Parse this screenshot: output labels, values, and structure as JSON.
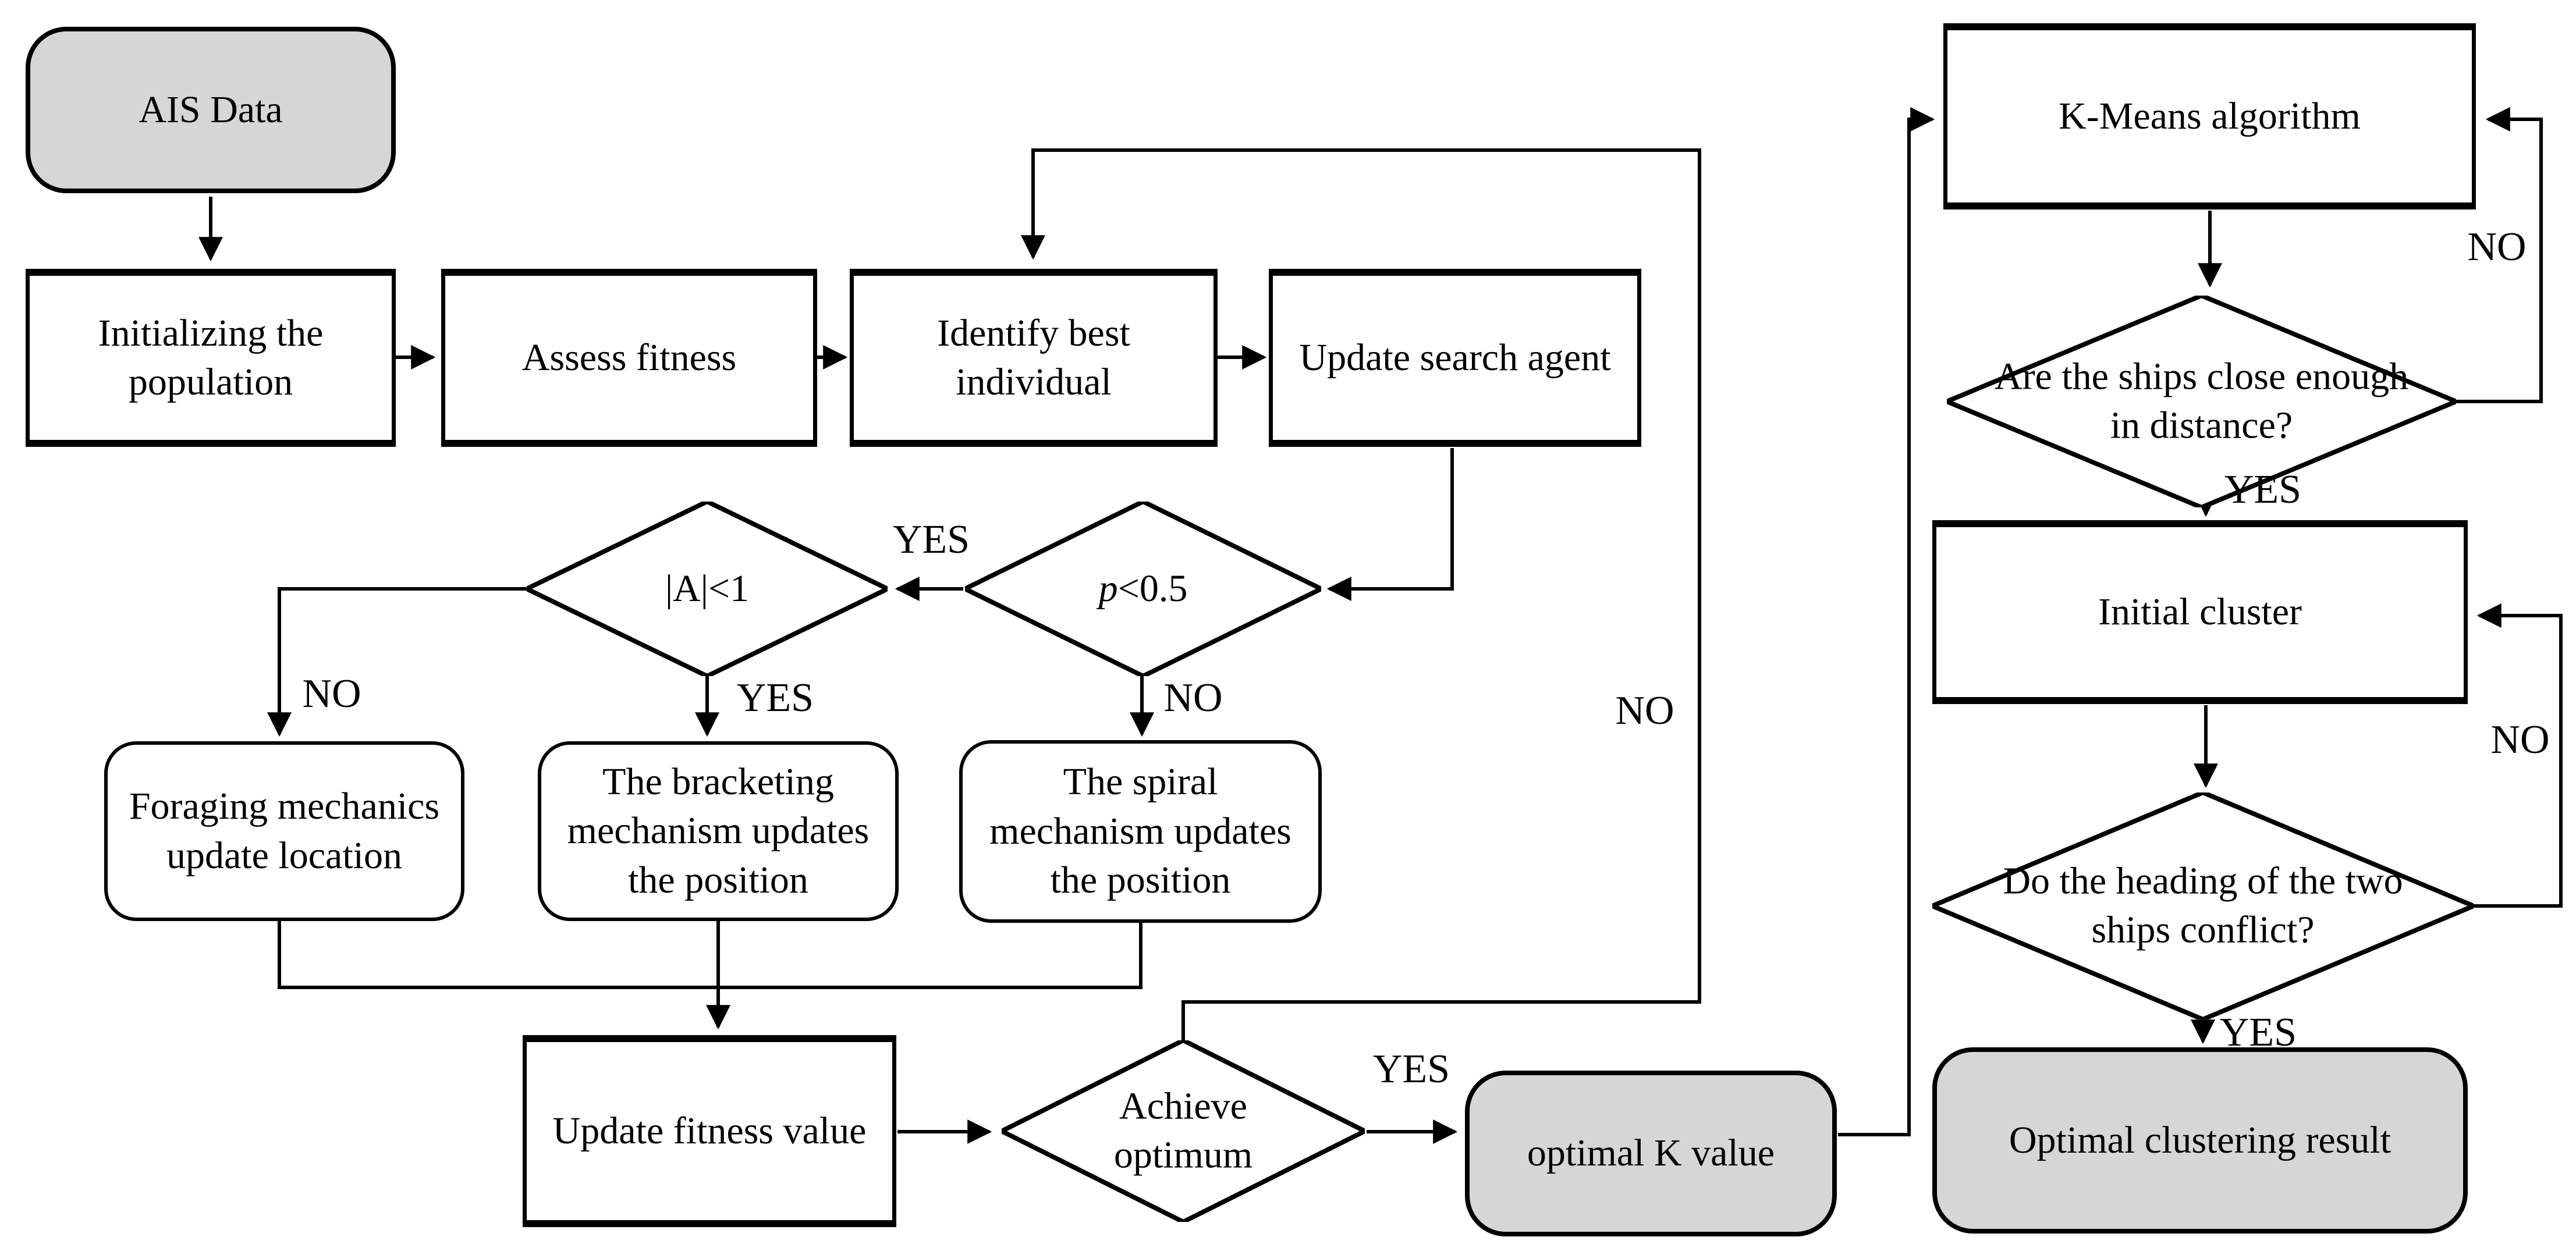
{
  "diagram": {
    "background_color": "#ffffff",
    "line_color": "#000000",
    "terminal_fill": "#d6d6d6",
    "process_fill": "#ffffff"
  },
  "nodes": {
    "ais": {
      "label": "AIS Data",
      "shape": "terminal"
    },
    "init": {
      "label": "Initializing the\npopulation",
      "shape": "process"
    },
    "assess": {
      "label": "Assess fitness",
      "shape": "process"
    },
    "identify": {
      "label": "Identify best\nindividual",
      "shape": "process"
    },
    "update_search": {
      "label": "Update search agent",
      "shape": "process"
    },
    "a_diamond": {
      "label": "|A|<1",
      "shape": "decision"
    },
    "p_diamond": {
      "label_var": "p",
      "label_rest": "<0.5",
      "shape": "decision"
    },
    "foraging": {
      "label": "Foraging mechanics\nupdate location",
      "shape": "rounded"
    },
    "bracketing": {
      "label": "The bracketing\nmechanism updates\nthe position",
      "shape": "rounded"
    },
    "spiral": {
      "label": "The spiral\nmechanism updates\nthe position",
      "shape": "rounded"
    },
    "update_fitness": {
      "label": "Update fitness value",
      "shape": "process"
    },
    "achieve": {
      "label": "Achieve\noptimum",
      "shape": "decision"
    },
    "optimal_k": {
      "label": "optimal K value",
      "shape": "terminal"
    },
    "kmeans": {
      "label": "K-Means algorithm",
      "shape": "process"
    },
    "ships_close": {
      "label": "Are the ships close enough\nin distance?",
      "shape": "decision"
    },
    "initial_cluster": {
      "label": "Initial cluster",
      "shape": "process"
    },
    "heading_conflict": {
      "label": "Do the heading of the two\nships conflict?",
      "shape": "decision"
    },
    "optimal_result": {
      "label": "Optimal clustering result",
      "shape": "terminal"
    }
  },
  "edge_labels": {
    "yes_p_to_a": "YES",
    "no_a_branch": "NO",
    "yes_a_down": "YES",
    "no_p_down": "NO",
    "no_loop": "NO",
    "yes_achieve": "YES",
    "no_kmeans": "NO",
    "yes_ships": "YES",
    "no_initial_cluster": "NO",
    "yes_heading": "YES"
  }
}
